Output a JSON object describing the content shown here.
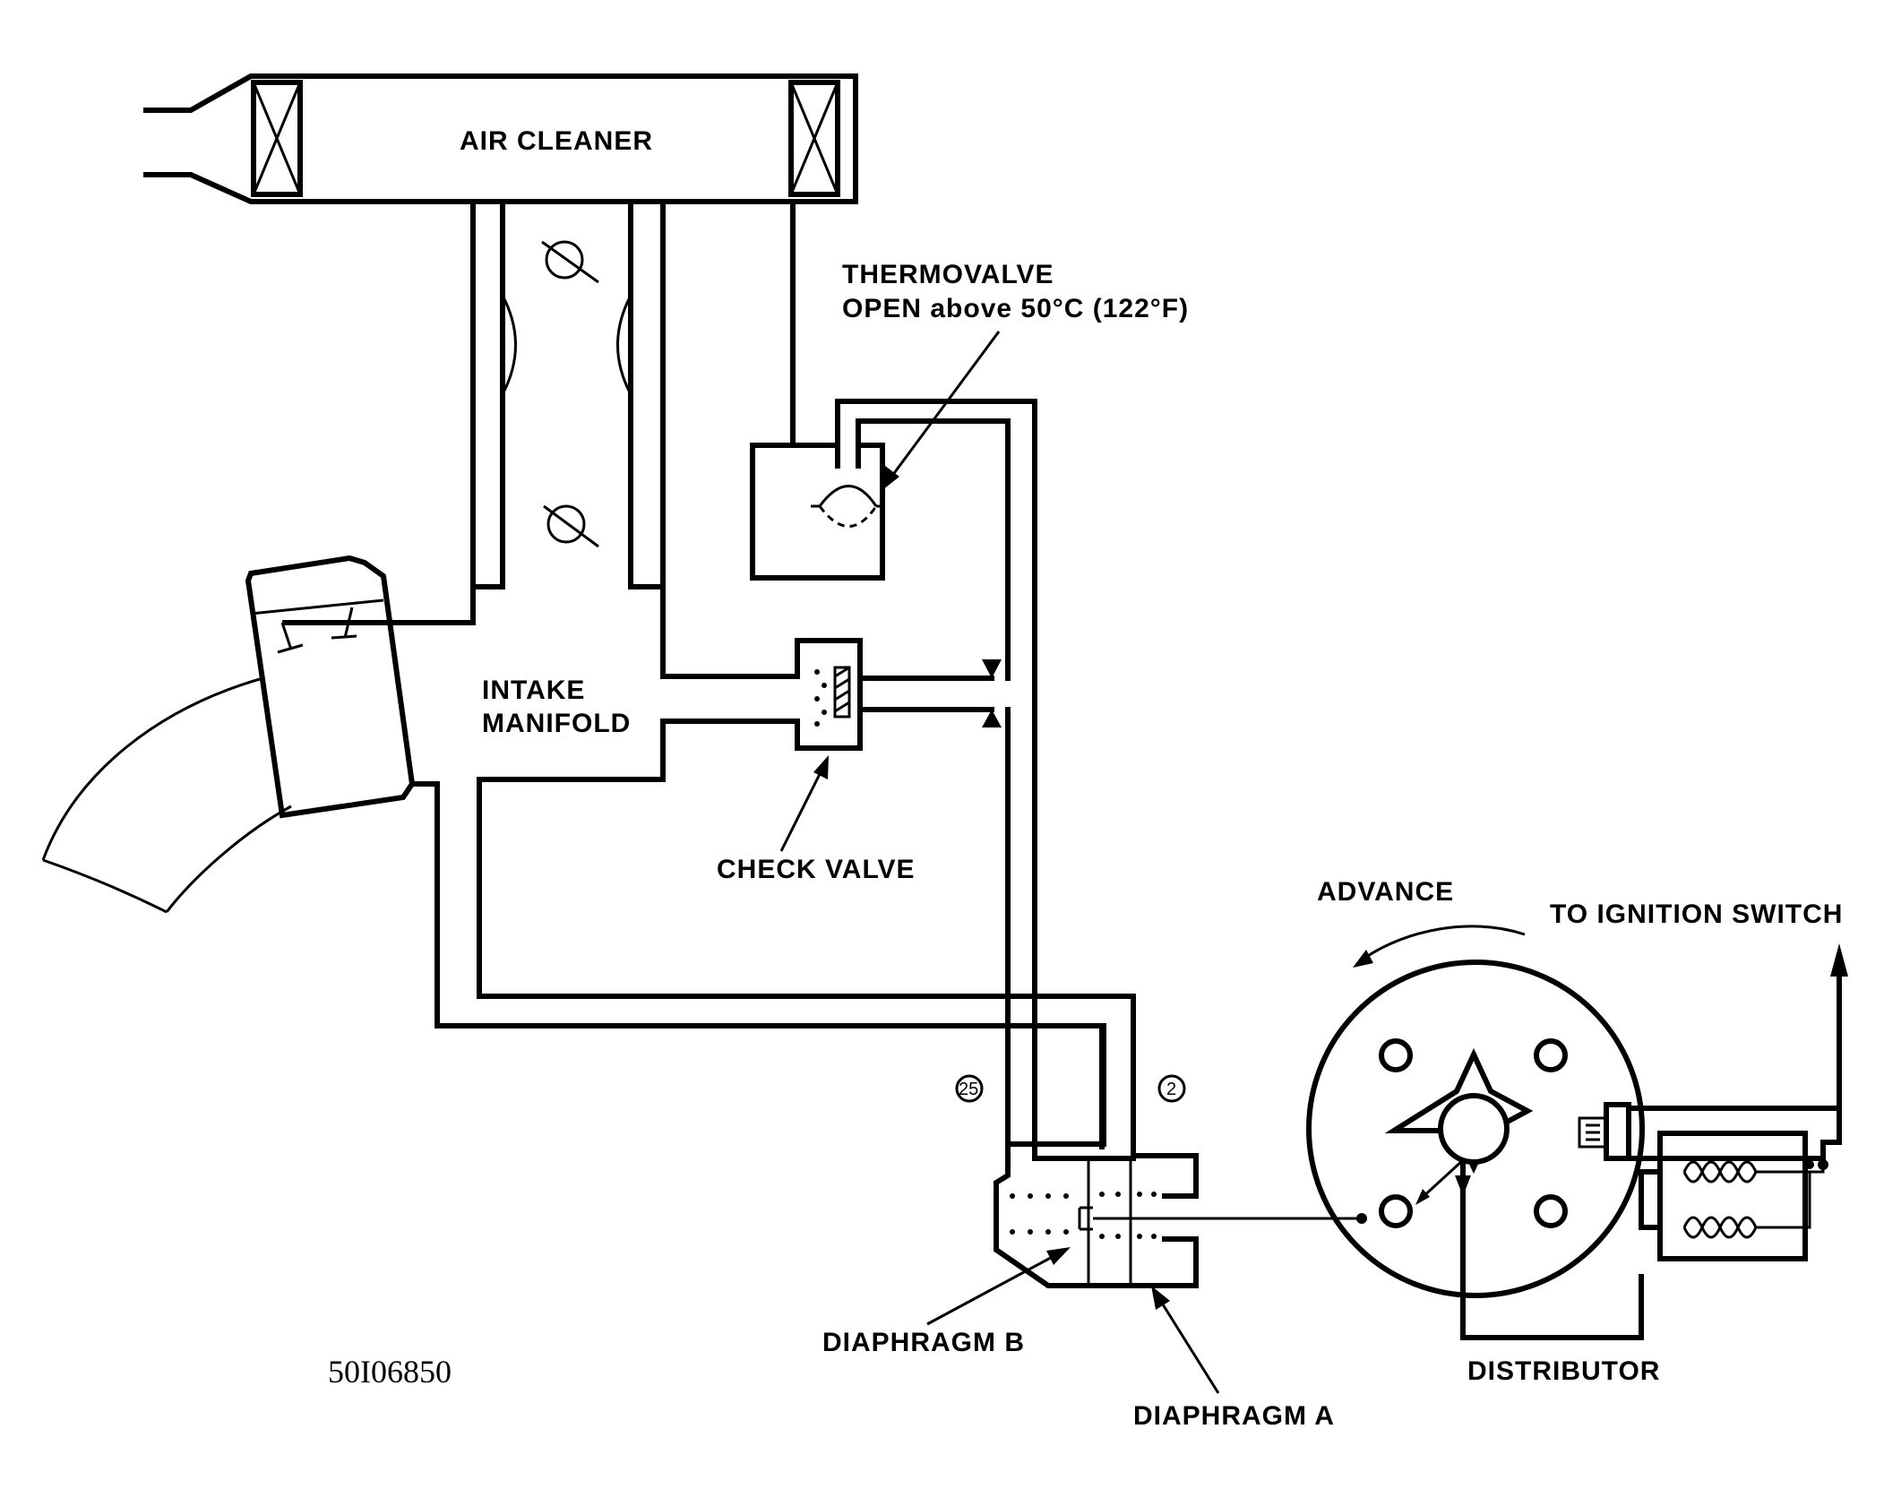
{
  "labels": {
    "air_cleaner": "AIR CLEANER",
    "thermovalve_line1": "THERMOVALVE",
    "thermovalve_line2": "OPEN above 50°C (122°F)",
    "intake_line1": "INTAKE",
    "intake_line2": "MANIFOLD",
    "check_valve": "CHECK VALVE",
    "advance": "ADVANCE",
    "to_ignition_switch": "TO IGNITION SWITCH",
    "diaphragm_b": "DIAPHRAGM B",
    "diaphragm_a": "DIAPHRAGM A",
    "distributor": "DISTRIBUTOR",
    "circled_25": "25",
    "circled_2": "2",
    "figure_code": "50I06850"
  },
  "icons": {
    "valve": "throttle-butterfly-icon",
    "filter": "filter-cross-icon",
    "arrow": "arrowhead-icon",
    "coil": "coil-icon"
  }
}
